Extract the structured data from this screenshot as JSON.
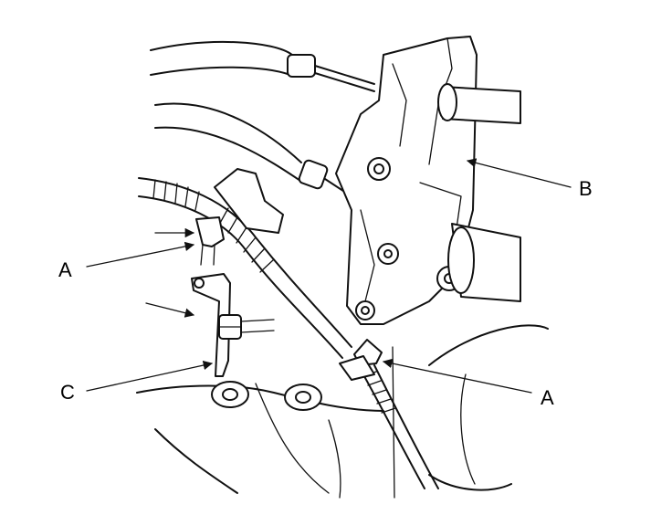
{
  "callouts": {
    "a_left": "A",
    "b": "B",
    "c": "C",
    "a_right": "A"
  },
  "colors": {
    "ink": "#111111",
    "background": "#ffffff"
  }
}
